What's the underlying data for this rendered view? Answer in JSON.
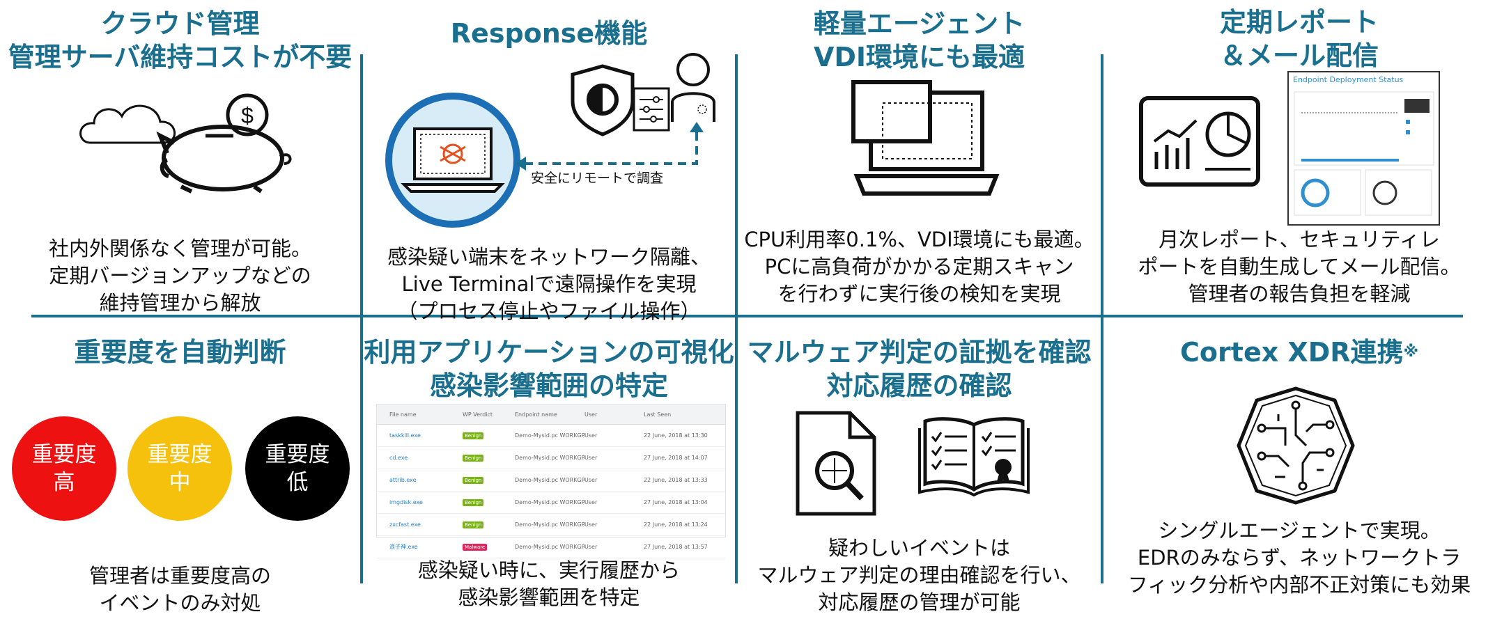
{
  "panels": {
    "cloud": {
      "title_line1": "クラウド管理",
      "title_line2": "管理サーバ維持コストが不要",
      "desc_line1": "社内外関係なく管理が可能。",
      "desc_line2": "定期バージョンアップなどの",
      "desc_line3": "維持管理から解放"
    },
    "response": {
      "title": "Response機能",
      "remote_label": "安全にリモートで調査",
      "desc_line1": "感染疑い端末をネットワーク隔離、",
      "desc_line2": "Live Terminalで遠隔操作を実現",
      "desc_line3": "（プロセス停止やファイル操作）"
    },
    "agent": {
      "title_line1": "軽量エージェント",
      "title_line2": "VDI環境にも最適",
      "desc_line1": "CPU利用率0.1%、VDI環境にも最適。",
      "desc_line2": "PCに高負荷がかかる定期スキャン",
      "desc_line3": "を行わずに実行後の検知を実現"
    },
    "report": {
      "title_line1": "定期レポート",
      "title_line2": "＆メール配信",
      "screenshot_title": "Endpoint Deployment Status",
      "desc_line1": "月次レポート、セキュリティレ",
      "desc_line2": "ポートを自動生成してメール配信。",
      "desc_line3": "管理者の報告負担を軽減"
    },
    "severity": {
      "title": "重要度を自動判断",
      "badges": [
        {
          "title": "重要度",
          "level": "高",
          "color": "#ee1111",
          "text_color": "#ffffff"
        },
        {
          "title": "重要度",
          "level": "中",
          "color": "#f5c10c",
          "text_color": "#ffffff"
        },
        {
          "title": "重要度",
          "level": "低",
          "color": "#000000",
          "text_color": "#ffffff"
        }
      ],
      "desc_line1": "管理者は重要度高の",
      "desc_line2": "イベントのみ対処"
    },
    "apps": {
      "title_line1": "利用アプリケーションの可視化",
      "title_line2": "感染影響範囲の特定",
      "table": {
        "headers": [
          "File name",
          "WP Verdict",
          "Endpoint name",
          "User",
          "Last Seen"
        ],
        "rows": [
          {
            "file": "taskkill.exe",
            "verdict": "Benign",
            "verdict_color": "#7ab317",
            "endpoint": "Demo-Mysid.pc WORKGROUP",
            "user": "User",
            "seen": "22 June, 2018 at 13:30"
          },
          {
            "file": "cd.exe",
            "verdict": "Benign",
            "verdict_color": "#7ab317",
            "endpoint": "Demo-Mysid.pc WORKGROUP",
            "user": "User",
            "seen": "27 June, 2018 at 14:07"
          },
          {
            "file": "attrib.exe",
            "verdict": "Benign",
            "verdict_color": "#7ab317",
            "endpoint": "Demo-Mysid.pc WORKGROUP",
            "user": "User",
            "seen": "22 June, 2018 at 13:33"
          },
          {
            "file": "imgdisk.exe",
            "verdict": "Benign",
            "verdict_color": "#7ab317",
            "endpoint": "Demo-Mysid.pc WORKGROUP",
            "user": "User",
            "seen": "27 June, 2018 at 13:04"
          },
          {
            "file": "zxcfast.exe",
            "verdict": "Benign",
            "verdict_color": "#7ab317",
            "endpoint": "Demo-Mysid.pc WORKGROUP",
            "user": "User",
            "seen": "22 June, 2018 at 13:24"
          },
          {
            "file": "浪子神.exe",
            "verdict": "Malware",
            "verdict_color": "#e0245e",
            "endpoint": "Demo-Mysid.pc WORKGROUP",
            "user": "User",
            "seen": "27 June, 2018 at 13:57"
          }
        ]
      },
      "desc_line1": "感染疑い時に、実行履歴から",
      "desc_line2": "感染影響範囲を特定"
    },
    "malware": {
      "title_line1": "マルウェア判定の証拠を確認",
      "title_line2": "対応履歴の確認",
      "desc_line1": "疑わしいイベントは",
      "desc_line2": "マルウェア判定の理由確認を行い、",
      "desc_line3": "対応履歴の管理が可能"
    },
    "xdr": {
      "title": "Cortex XDR連携",
      "title_mark": "※",
      "desc_line1": "シングルエージェントで実現。",
      "desc_line2": "EDRのみならず、ネットワークトラ",
      "desc_line3": "フィック分析や内部不正対策にも効果"
    }
  },
  "colors": {
    "accent": "#1a6f8f",
    "icon_blue": "#1c6fb5"
  }
}
